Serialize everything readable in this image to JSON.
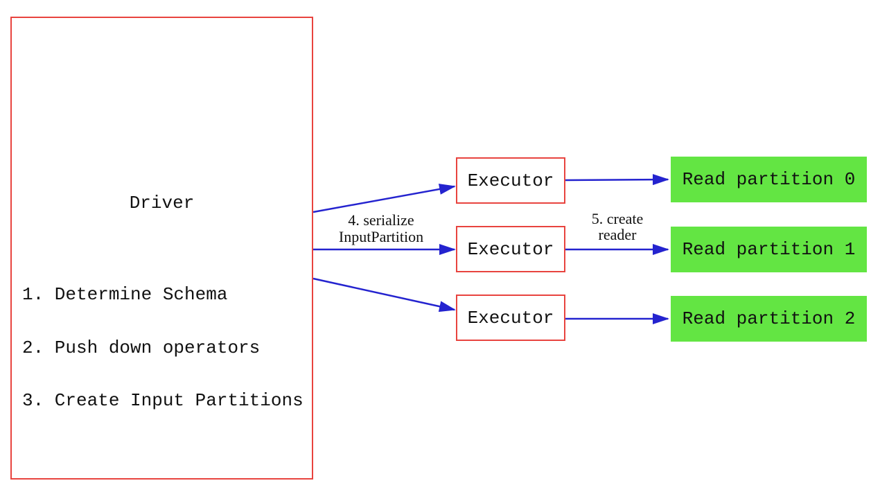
{
  "diagram": {
    "background_color": "#ffffff",
    "colors": {
      "box_border_red": "#e8433e",
      "arrow_blue": "#2423cf",
      "partition_green": "#63e543",
      "text": "#111111"
    },
    "driver": {
      "title": "Driver",
      "steps": [
        "1. Determine Schema",
        "2. Push down operators",
        "3. Create Input Partitions"
      ]
    },
    "executors": [
      {
        "label": "Executor"
      },
      {
        "label": "Executor"
      },
      {
        "label": "Executor"
      }
    ],
    "partitions": [
      {
        "label": "Read partition 0"
      },
      {
        "label": "Read partition 1"
      },
      {
        "label": "Read partition 2"
      }
    ],
    "arrow_labels": {
      "serialize_line1": "4. serialize",
      "serialize_line2": "InputPartition",
      "reader_line1": "5. create",
      "reader_line2": "reader"
    }
  }
}
